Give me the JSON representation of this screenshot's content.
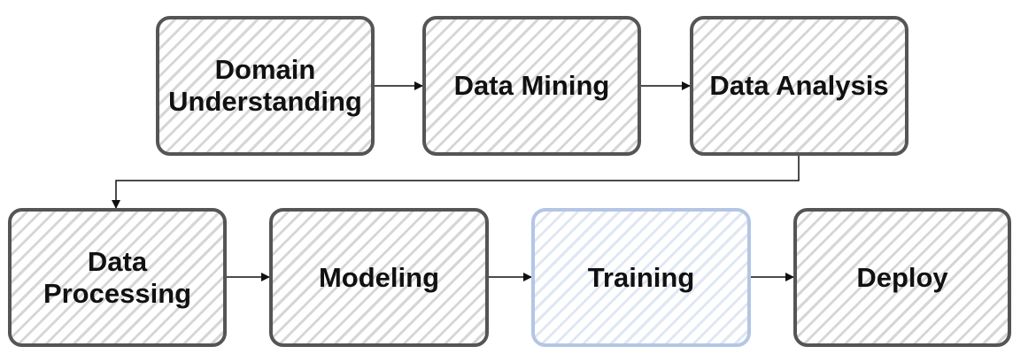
{
  "diagram": {
    "nodes": [
      {
        "id": "domain-understanding",
        "label": "Domain\nUnderstanding",
        "highlight": false
      },
      {
        "id": "data-mining",
        "label": "Data Mining",
        "highlight": false
      },
      {
        "id": "data-analysis",
        "label": "Data Analysis",
        "highlight": false
      },
      {
        "id": "data-processing",
        "label": "Data\nProcessing",
        "highlight": false
      },
      {
        "id": "modeling",
        "label": "Modeling",
        "highlight": false
      },
      {
        "id": "training",
        "label": "Training",
        "highlight": true
      },
      {
        "id": "deploy",
        "label": "Deploy",
        "highlight": false
      }
    ],
    "edges": [
      {
        "from": "domain-understanding",
        "to": "data-mining"
      },
      {
        "from": "data-mining",
        "to": "data-analysis"
      },
      {
        "from": "data-analysis",
        "to": "data-processing"
      },
      {
        "from": "data-processing",
        "to": "modeling"
      },
      {
        "from": "modeling",
        "to": "training"
      },
      {
        "from": "training",
        "to": "deploy"
      }
    ],
    "colors": {
      "node_border": "#555555",
      "node_hatch": "#d6d6d6",
      "highlight_border": "#b4c6e4",
      "highlight_hatch": "#dfe7f3",
      "edge": "#111111"
    }
  }
}
